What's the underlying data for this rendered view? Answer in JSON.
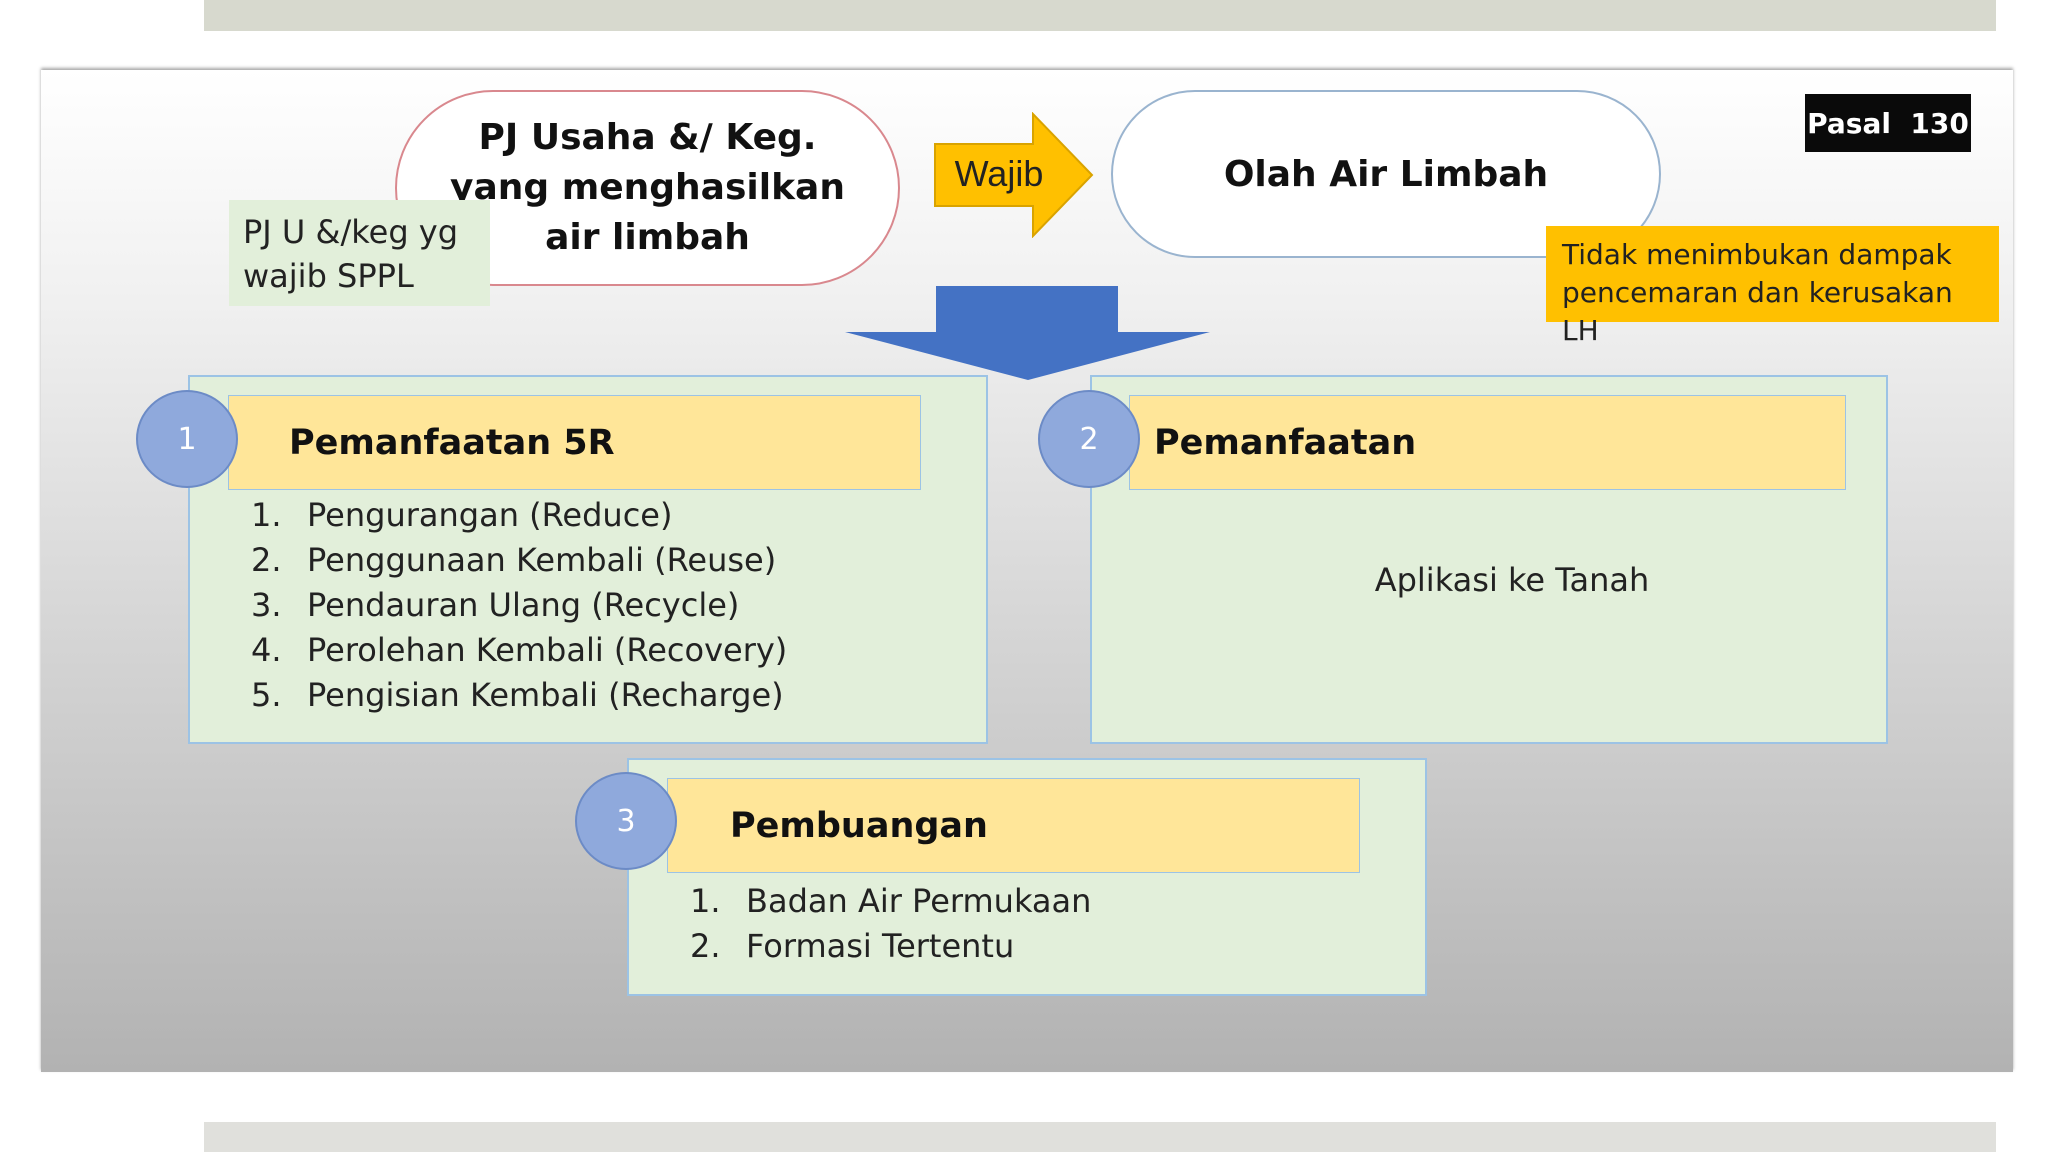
{
  "top_left_oval": "PJ Usaha &/ Keg. yang menghasilkan air limbah",
  "sppl_note": "PJ U &/keg yg wajib SPPL",
  "arrow_label": "Wajib",
  "right_oval": "Olah Air Limbah",
  "pasal_label": "Pasal  130",
  "lh_note": "Tidak menimbukan dampak pencemaran dan kerusakan LH",
  "colors": {
    "accent_yellow": "#ffc000",
    "arrow_blue": "#4472c4",
    "header_fill": "#ffe699",
    "panel_fill": "#e2efda",
    "circle_fill": "#8fa9dc"
  },
  "panels": [
    {
      "number": "1",
      "title": "Pemanfaatan 5R",
      "items": [
        {
          "num": "1.",
          "text": "Pengurangan (Reduce)"
        },
        {
          "num": "2.",
          "text": "Penggunaan Kembali (Reuse)"
        },
        {
          "num": "3.",
          "text": "Pendauran Ulang (Recycle)"
        },
        {
          "num": "4.",
          "text": "Perolehan Kembali (Recovery)"
        },
        {
          "num": "5.",
          "text": "Pengisian Kembali (Recharge)"
        }
      ]
    },
    {
      "number": "2",
      "title": "Pemanfaatan",
      "body": "Aplikasi ke Tanah"
    },
    {
      "number": "3",
      "title": "Pembuangan",
      "items": [
        {
          "num": "1.",
          "text": "Badan Air Permukaan"
        },
        {
          "num": "2.",
          "text": "Formasi Tertentu"
        }
      ]
    }
  ]
}
